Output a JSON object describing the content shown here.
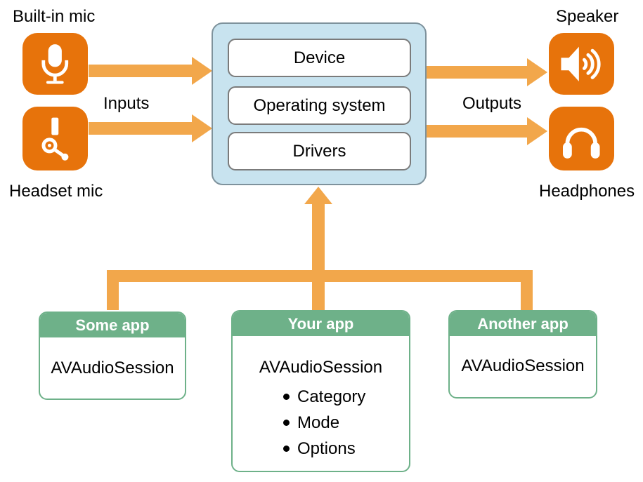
{
  "labels": {
    "built_in_mic": "Built-in mic",
    "headset_mic": "Headset mic",
    "speaker": "Speaker",
    "headphones": "Headphones",
    "inputs": "Inputs",
    "outputs": "Outputs"
  },
  "system_box": {
    "layers": [
      "Device",
      "Operating system",
      "Drivers"
    ]
  },
  "apps": [
    {
      "title": "Some app",
      "session": "AVAudioSession",
      "bullets": []
    },
    {
      "title": "Your app",
      "session": "AVAudioSession",
      "bullets": [
        "Category",
        "Mode",
        "Options"
      ]
    },
    {
      "title": "Another app",
      "session": "AVAudioSession",
      "bullets": []
    }
  ],
  "icons": {
    "built_in_mic": "microphone-icon",
    "headset_mic": "headset-mic-icon",
    "speaker": "speaker-waves-icon",
    "headphones": "headphones-icon"
  },
  "colors": {
    "icon_orange": "#E7730B",
    "arrow_orange": "#F2A74B",
    "system_box_fill": "#C8E3EF",
    "system_box_border": "#7E929C",
    "layer_border": "#7B7B7B",
    "app_green": "#6EB189",
    "text": "#000000"
  }
}
